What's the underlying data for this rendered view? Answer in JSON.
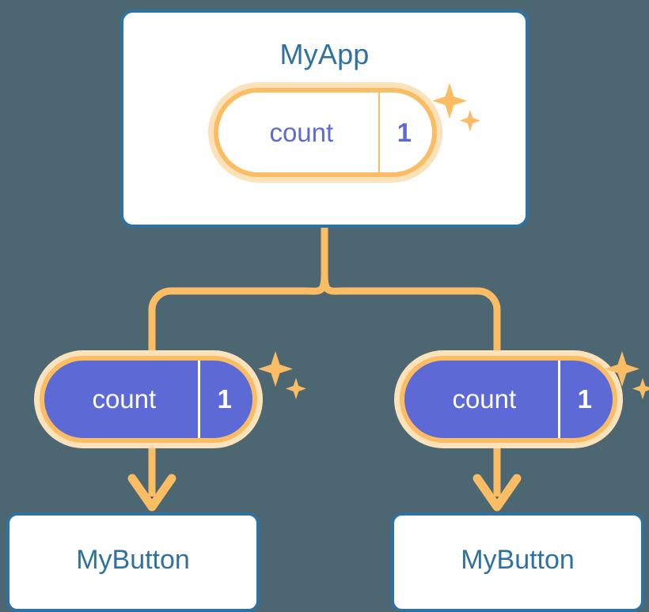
{
  "diagram": {
    "title": "MyApp",
    "background_color": "#4c6672",
    "accent_blue": "#2f71a0",
    "accent_orange": "#fabd64",
    "accent_orange_glow": "#fce2bb",
    "accent_purple": "#5d6ad6"
  },
  "app_card": {
    "label": "MyApp",
    "signal": {
      "key": "count",
      "value": "1",
      "style": "light"
    }
  },
  "children": [
    {
      "signal": {
        "key": "count",
        "value": "1",
        "style": "solid"
      },
      "leaf": {
        "label": "MyButton"
      }
    },
    {
      "signal": {
        "key": "count",
        "value": "1",
        "style": "solid"
      },
      "leaf": {
        "label": "MyButton"
      }
    }
  ],
  "icons": {
    "sparkle": "sparkle-icon",
    "arrow_down": "arrow-down-icon"
  }
}
